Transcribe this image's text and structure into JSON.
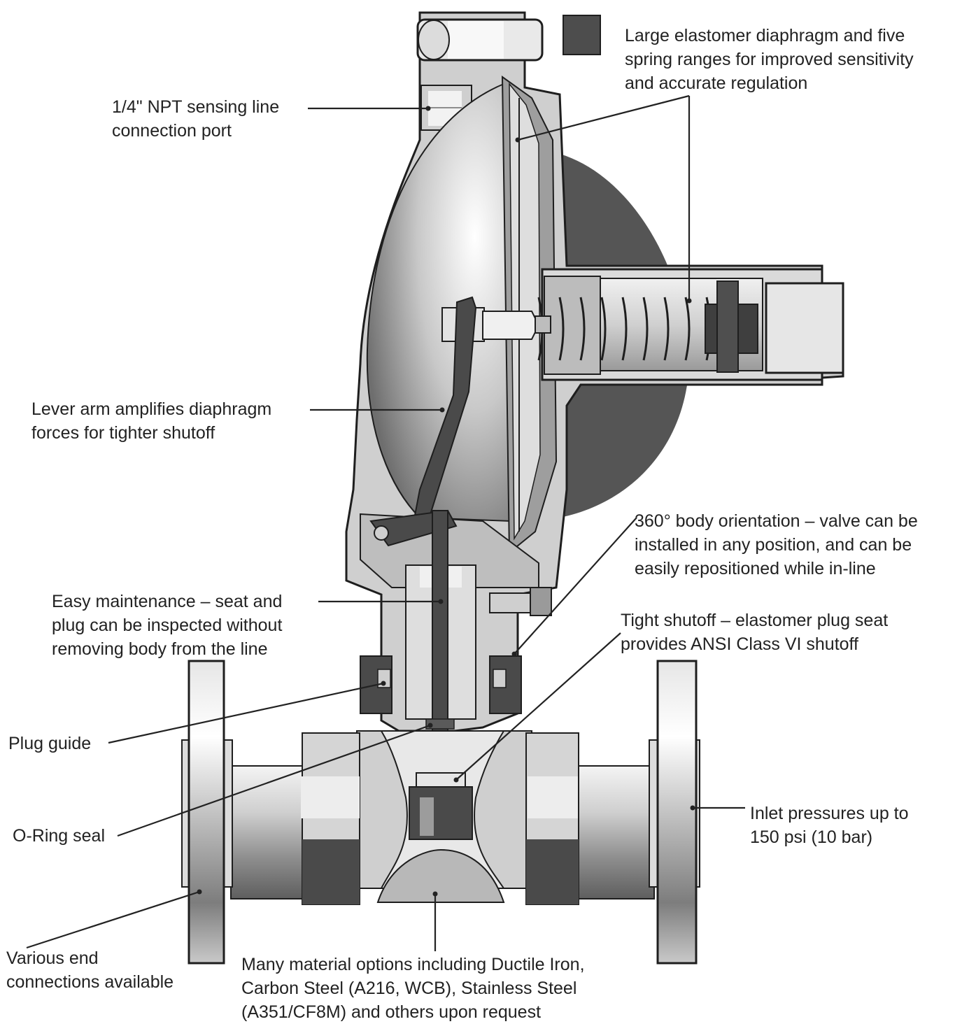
{
  "callouts": {
    "sensing_port": {
      "lines": [
        "1/4\" NPT sensing line",
        "connection port"
      ]
    },
    "diaphragm": {
      "lines": [
        "Large elastomer diaphragm and five",
        "spring ranges for improved sensitivity",
        "and accurate regulation"
      ]
    },
    "lever_arm": {
      "lines": [
        "Lever arm amplifies diaphragm",
        "forces for tighter shutoff"
      ]
    },
    "orientation": {
      "lines": [
        "360° body orientation – valve can be",
        "installed in any position, and can be",
        "easily repositioned while in-line"
      ]
    },
    "maintenance": {
      "lines": [
        "Easy maintenance – seat and",
        "plug can be inspected without",
        "removing body from the line"
      ]
    },
    "shutoff": {
      "lines": [
        "Tight shutoff – elastomer plug seat",
        "provides ANSI Class VI shutoff"
      ]
    },
    "plug_guide": {
      "lines": [
        "Plug guide"
      ]
    },
    "oring": {
      "lines": [
        "O-Ring seal"
      ]
    },
    "inlet": {
      "lines": [
        "Inlet pressures up to",
        "150 psi (10 bar)"
      ]
    },
    "end_connections": {
      "lines": [
        "Various end",
        "connections available"
      ]
    },
    "materials": {
      "lines": [
        "Many material options including Ductile Iron,",
        "Carbon Steel (A216, WCB), Stainless Steel",
        "(A351/CF8M) and others upon request"
      ]
    }
  },
  "colors": {
    "text": "#222222",
    "leader": "#222222",
    "section_dark": "#4a4a4a",
    "body_mid": "#8c8c8c",
    "body_light": "#d6d6d6",
    "highlight": "#f2f2f2"
  }
}
